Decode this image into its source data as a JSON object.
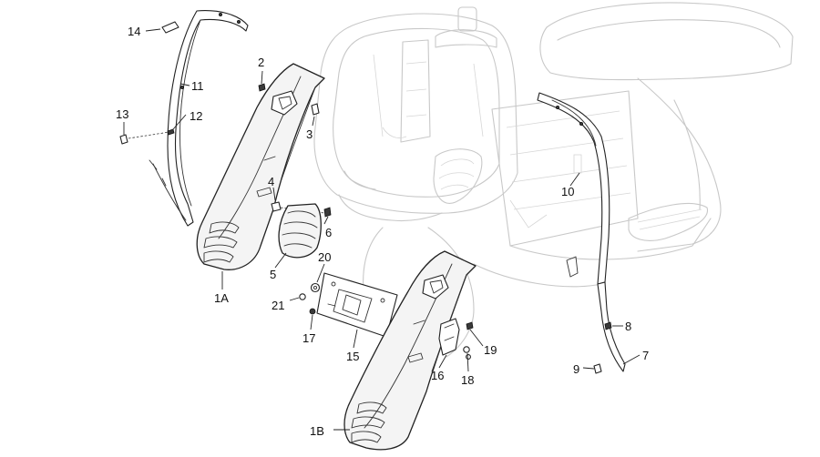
{
  "callouts": {
    "c1A": "1A",
    "c1B": "1B",
    "c2": "2",
    "c3": "3",
    "c4": "4",
    "c5": "5",
    "c6": "6",
    "c7": "7",
    "c8": "8",
    "c9": "9",
    "c10": "10",
    "c11": "11",
    "c12": "12",
    "c13": "13",
    "c14": "14",
    "c15": "15",
    "c16": "16",
    "c17": "17",
    "c18": "18",
    "c19": "19",
    "c20": "20",
    "c21": "21"
  }
}
